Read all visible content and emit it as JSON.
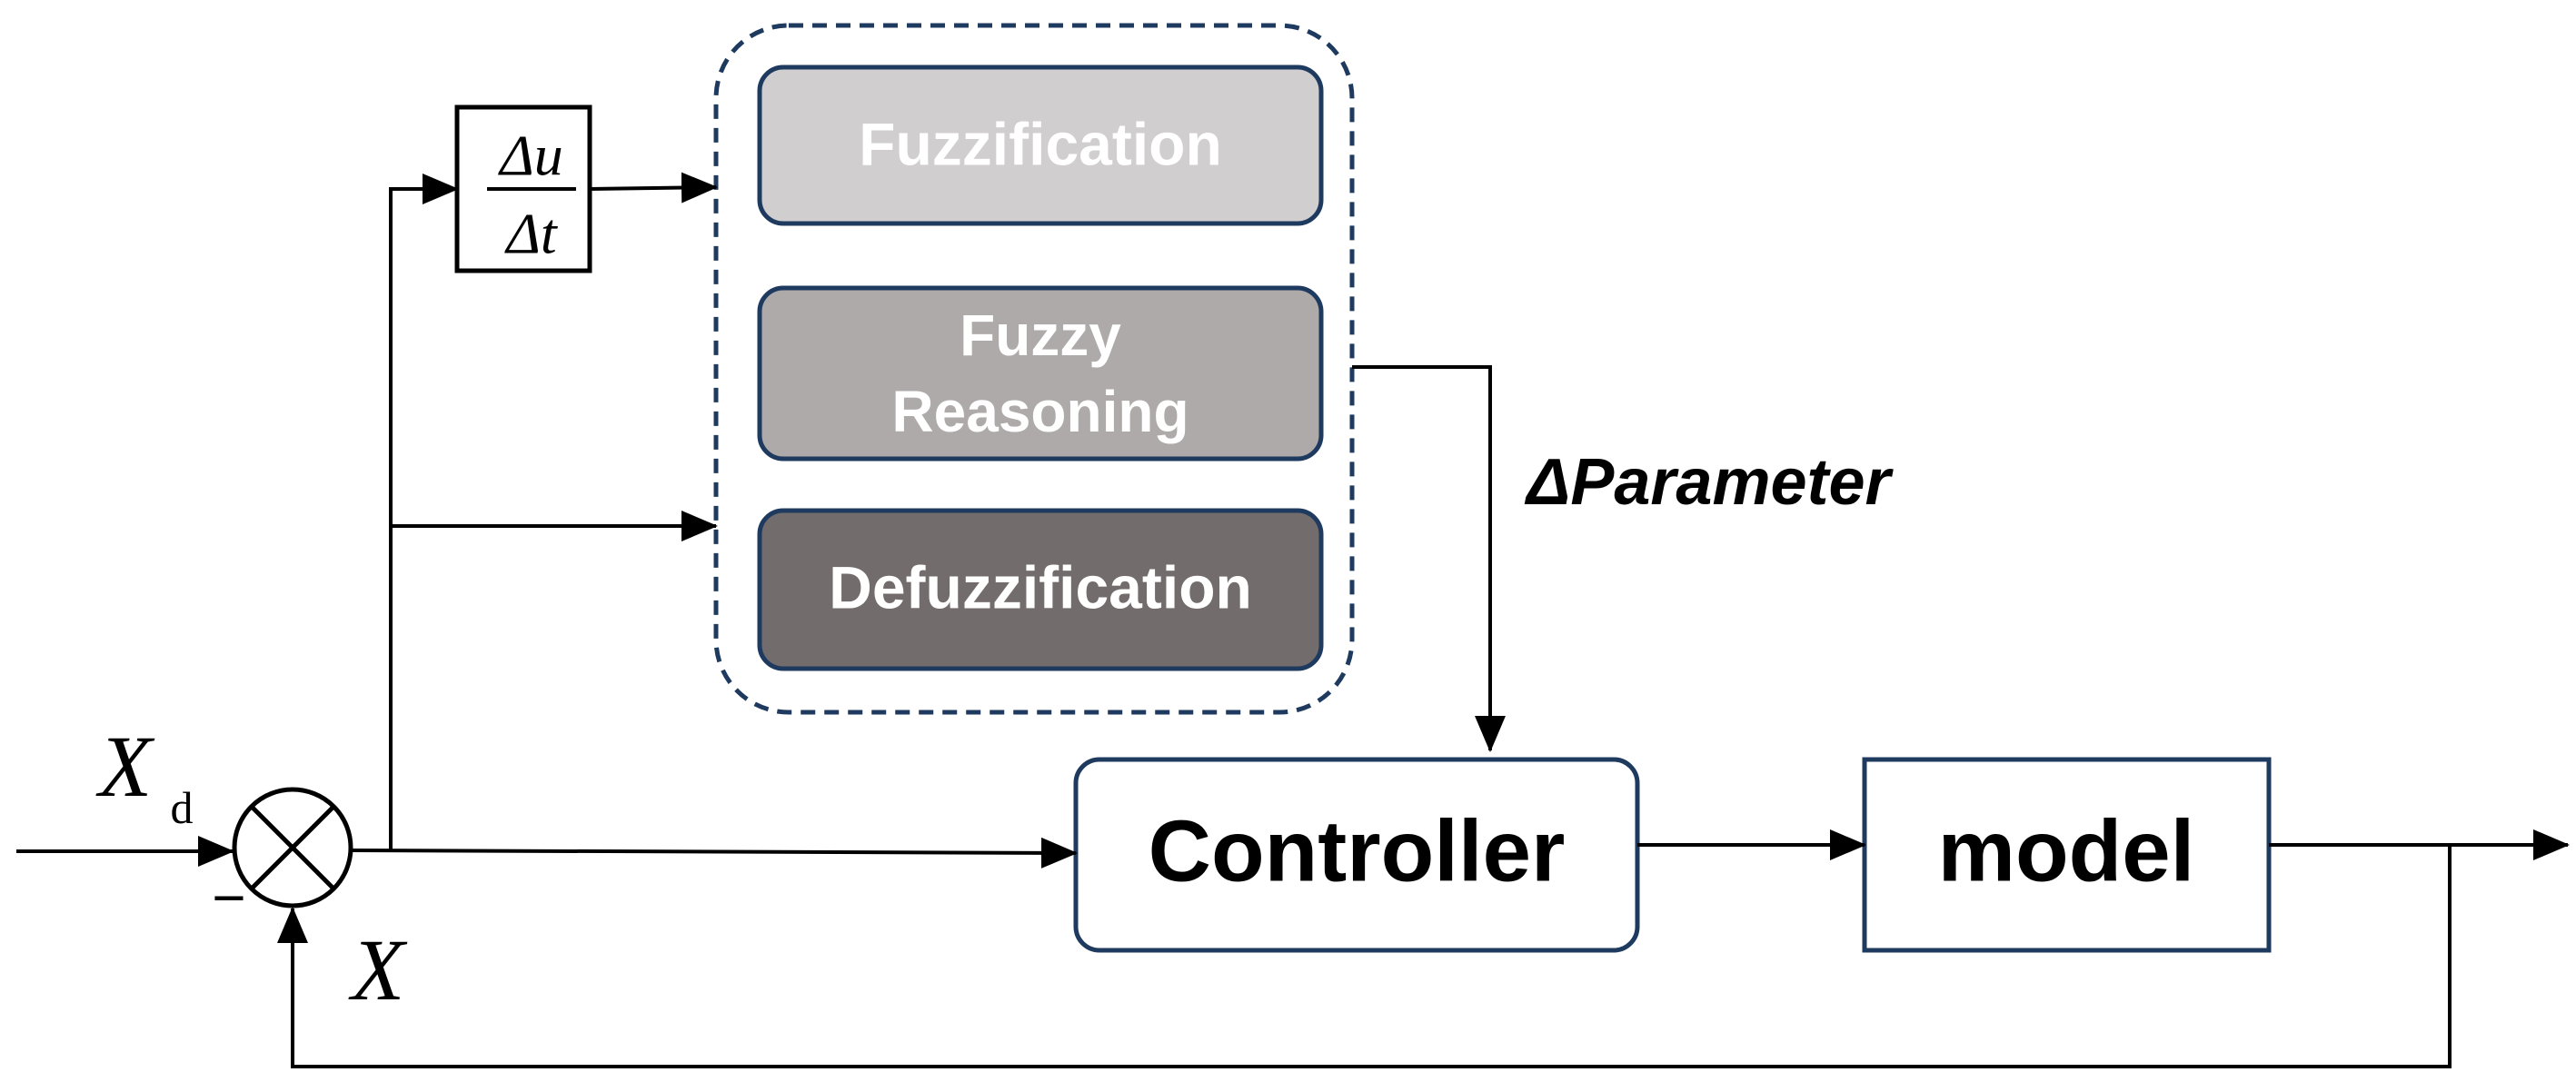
{
  "diagram": {
    "fuzzy_steps": [
      {
        "label": "Fuzzification",
        "color": "#d0cecf"
      },
      {
        "label_line1": "Fuzzy",
        "label_line2": "Reasoning",
        "color": "#aeaaa9"
      },
      {
        "label": "Defuzzification",
        "color": "#736c6c"
      }
    ],
    "fuzzy_block_border_color": "#1f3a5f",
    "derivative": {
      "numerator": "Δu",
      "denominator": "Δt"
    },
    "parameter_label": "ΔParameter",
    "controller_label": "Controller",
    "model_label": "model",
    "input_label": "X",
    "input_subscript": "d",
    "feedback_label": "X",
    "minus_sign": "−"
  }
}
